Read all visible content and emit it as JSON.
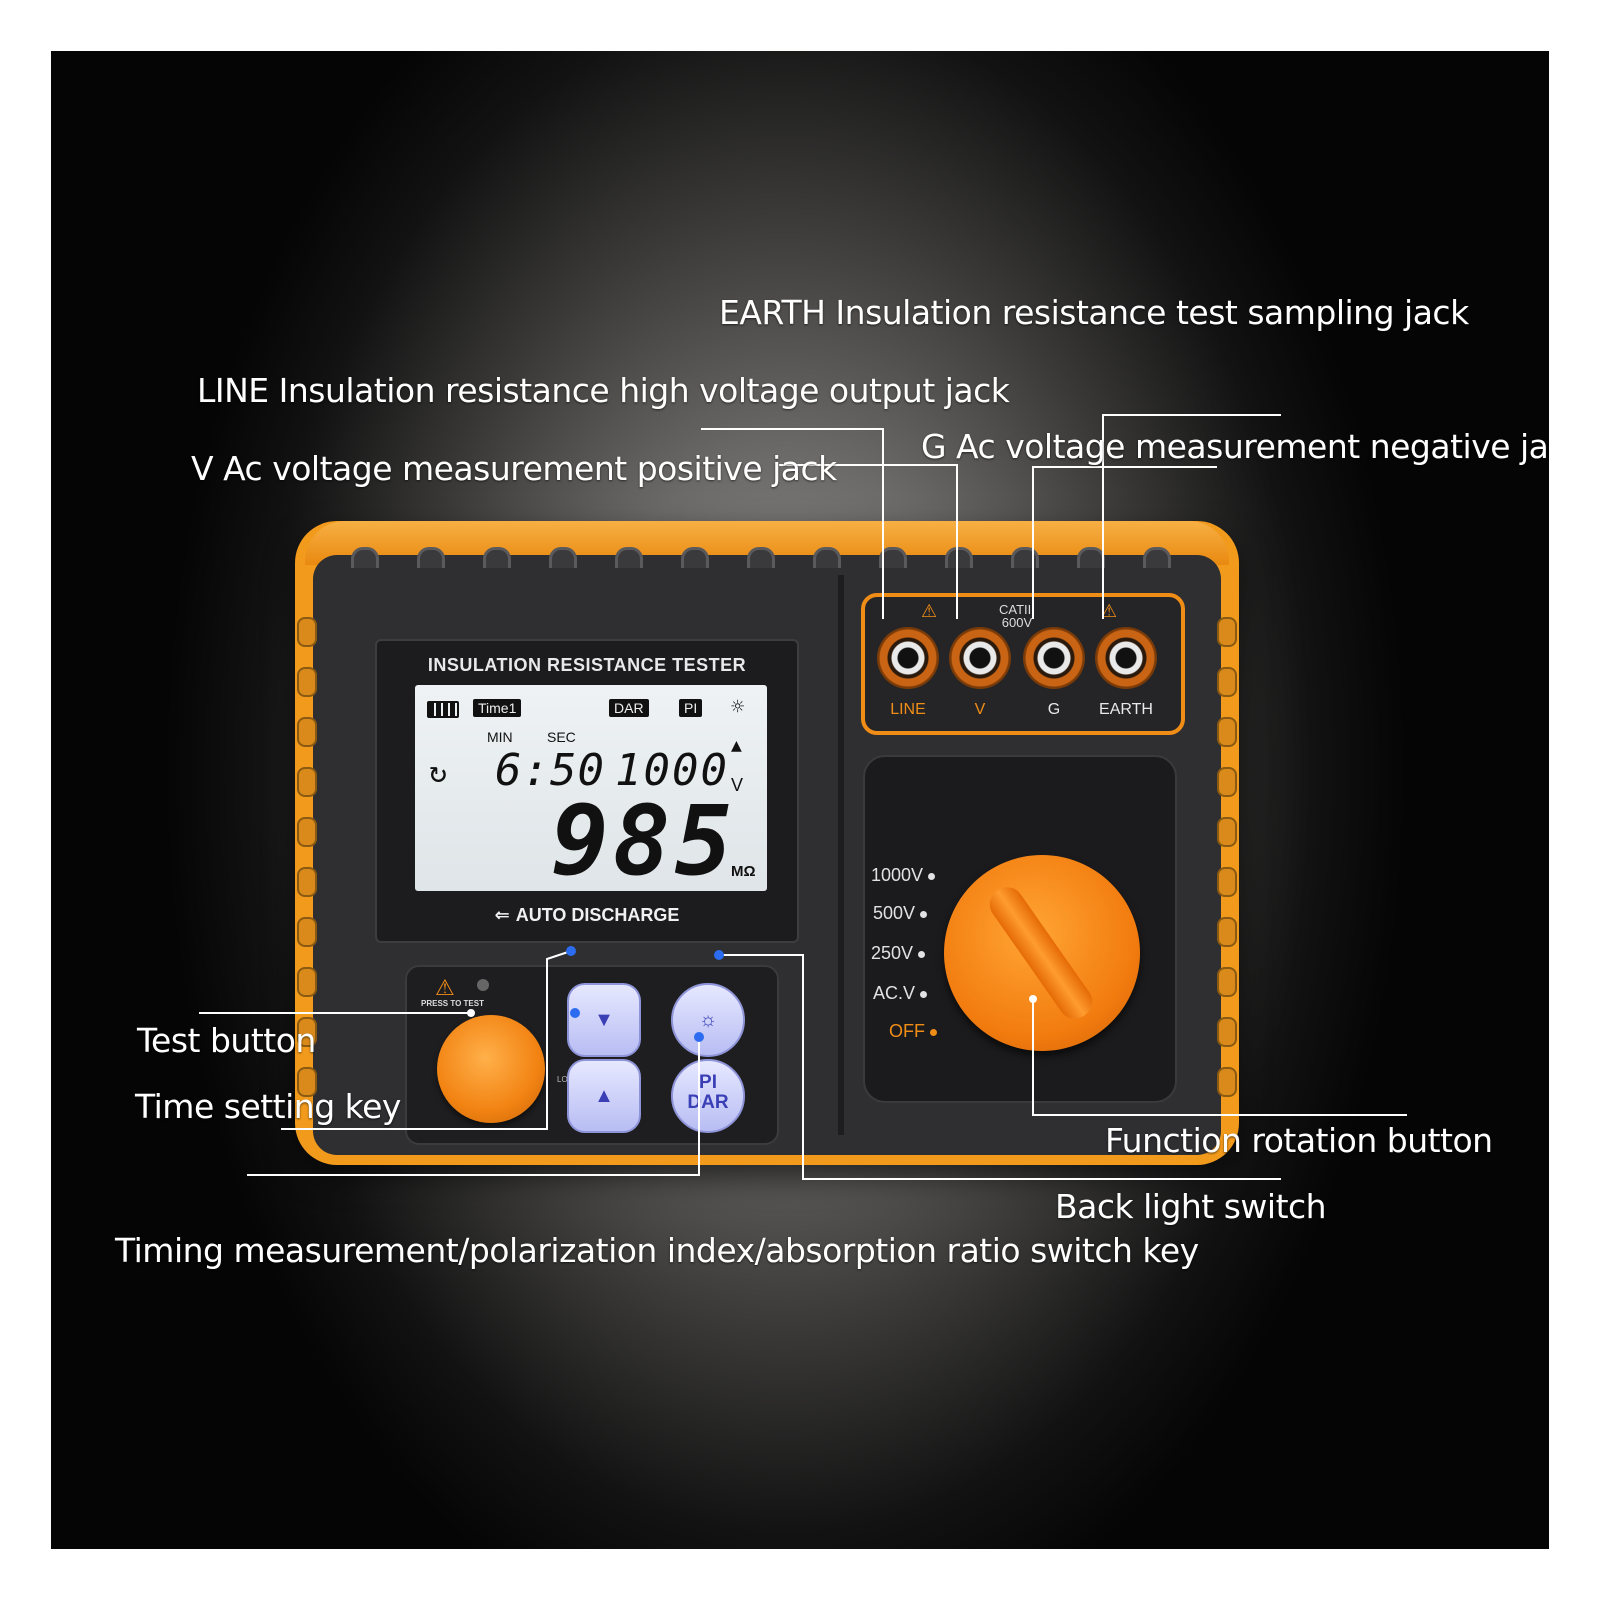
{
  "device": {
    "panel_title": "INSULATION RESISTANCE  TESTER",
    "footer_label": "AUTO DISCHARGE",
    "lcd": {
      "badges": [
        "Time1",
        "DAR",
        "PI"
      ],
      "min_label": "MIN",
      "sec_label": "SEC",
      "timer": "6:50",
      "voltage": "1000",
      "voltage_unit": "V",
      "reading": "985",
      "reading_unit": "MΩ"
    },
    "keys": {
      "press_to_test": "PRESS TO TEST",
      "lock": "LOCK",
      "pi_dar": "PI\nDAR"
    },
    "jacks": {
      "category": "CATIII\n600V",
      "labels": [
        "LINE",
        "V",
        "G",
        "EARTH"
      ]
    },
    "ranges": [
      "1000V",
      "500V",
      "250V",
      "AC.V",
      "OFF"
    ]
  },
  "callouts": {
    "earth": "EARTH Insulation resistance test sampling jack",
    "line": "LINE Insulation resistance high voltage output jack",
    "v": "V Ac voltage measurement positive jack",
    "g": "G Ac voltage measurement negative jack",
    "test": "Test button",
    "time": "Time setting key",
    "function": "Function rotation button",
    "backlight": "Back light switch",
    "timing": "Timing measurement/polarization index/absorption ratio switch key"
  },
  "colors": {
    "housing_orange": "#f29a1c",
    "accent_orange": "#f08d17",
    "key_blue": "#3a3fb6",
    "leader_line": "#ffffff"
  }
}
